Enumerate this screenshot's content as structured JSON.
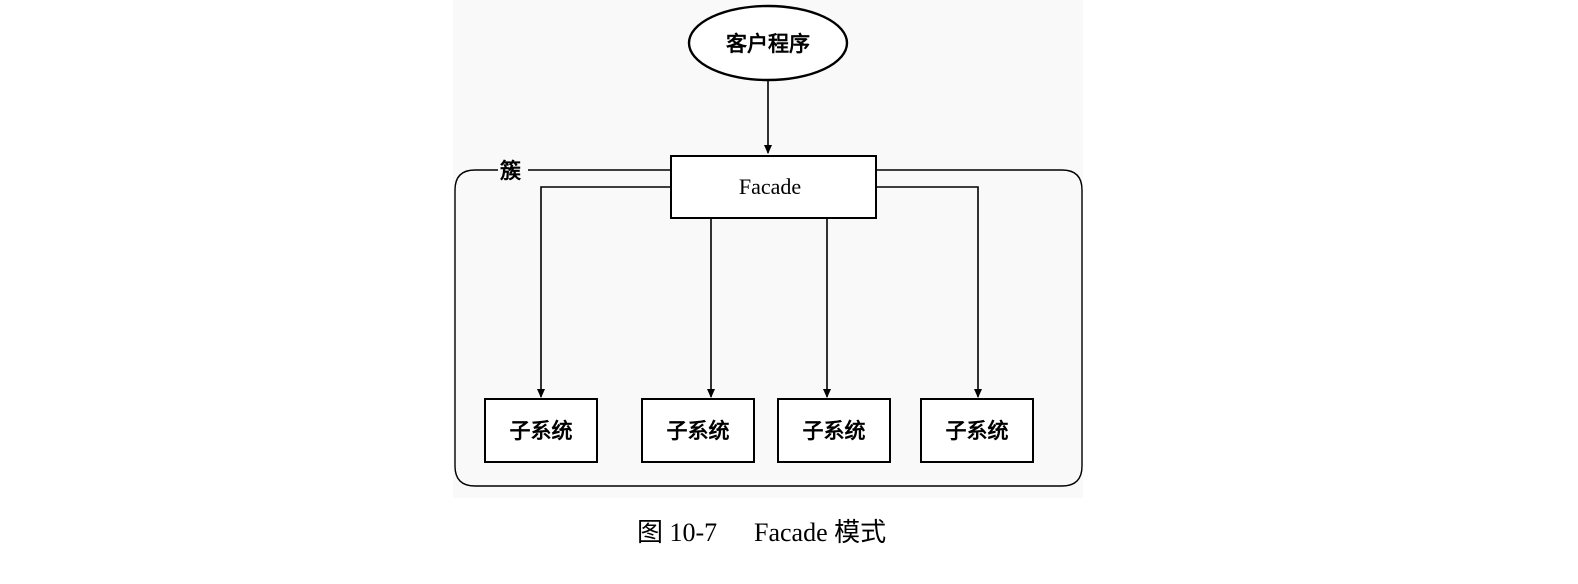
{
  "diagram": {
    "client": "客户程序",
    "facade": "Facade",
    "cluster_label": "簇",
    "subsystems": [
      "子系统",
      "子系统",
      "子系统",
      "子系统"
    ]
  },
  "caption": {
    "figure_number": "图 10-7",
    "title": "Facade 模式"
  }
}
